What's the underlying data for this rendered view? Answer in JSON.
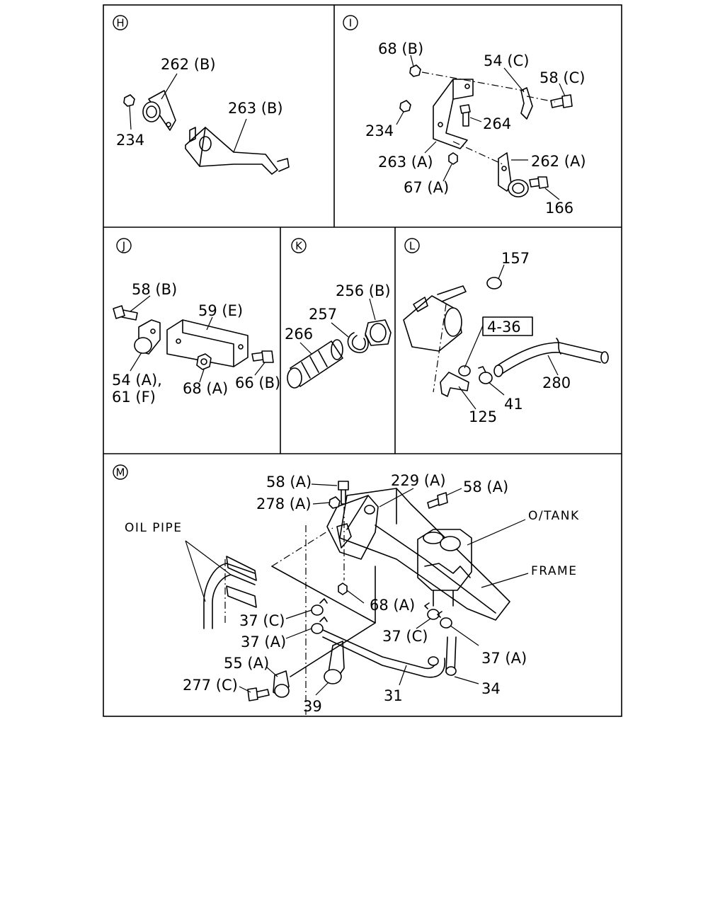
{
  "panels": {
    "H": {
      "letter": "H",
      "labels": {
        "l262b": "262 (B)",
        "l263b": "263 (B)",
        "l234": "234"
      }
    },
    "I": {
      "letter": "I",
      "labels": {
        "l68b": "68 (B)",
        "l54c": "54 (C)",
        "l58c": "58 (C)",
        "l264": "264",
        "l234": "234",
        "l263a": "263 (A)",
        "l262a": "262 (A)",
        "l67a": "67 (A)",
        "l166": "166"
      }
    },
    "J": {
      "letter": "J",
      "labels": {
        "l58b": "58 (B)",
        "l59e": "59 (E)",
        "l54a": "54 (A),",
        "l61f": "61 (F)",
        "l68a": "68 (A)",
        "l66b": "66 (B)"
      }
    },
    "K": {
      "letter": "K",
      "labels": {
        "l256b": "256 (B)",
        "l257": "257",
        "l266": "266"
      }
    },
    "L": {
      "letter": "L",
      "labels": {
        "l157": "157",
        "l436": "4-36",
        "l41": "41",
        "l280": "280",
        "l125": "125"
      }
    },
    "M": {
      "letter": "M",
      "labels": {
        "l58a1": "58 (A)",
        "l229a": "229 (A)",
        "l58a2": "58 (A)",
        "l278a": "278 (A)",
        "ltank": "O/TANK",
        "loilpipe": "OIL PIPE",
        "lframe": "FRAME",
        "l68a": "68 (A)",
        "l37c1": "37 (C)",
        "l37a1": "37 (A)",
        "l37c2": "37 (C)",
        "l37a2": "37 (A)",
        "l55a": "55 (A)",
        "l277c": "277 (C)",
        "l39": "39",
        "l31": "31",
        "l34": "34"
      }
    }
  }
}
